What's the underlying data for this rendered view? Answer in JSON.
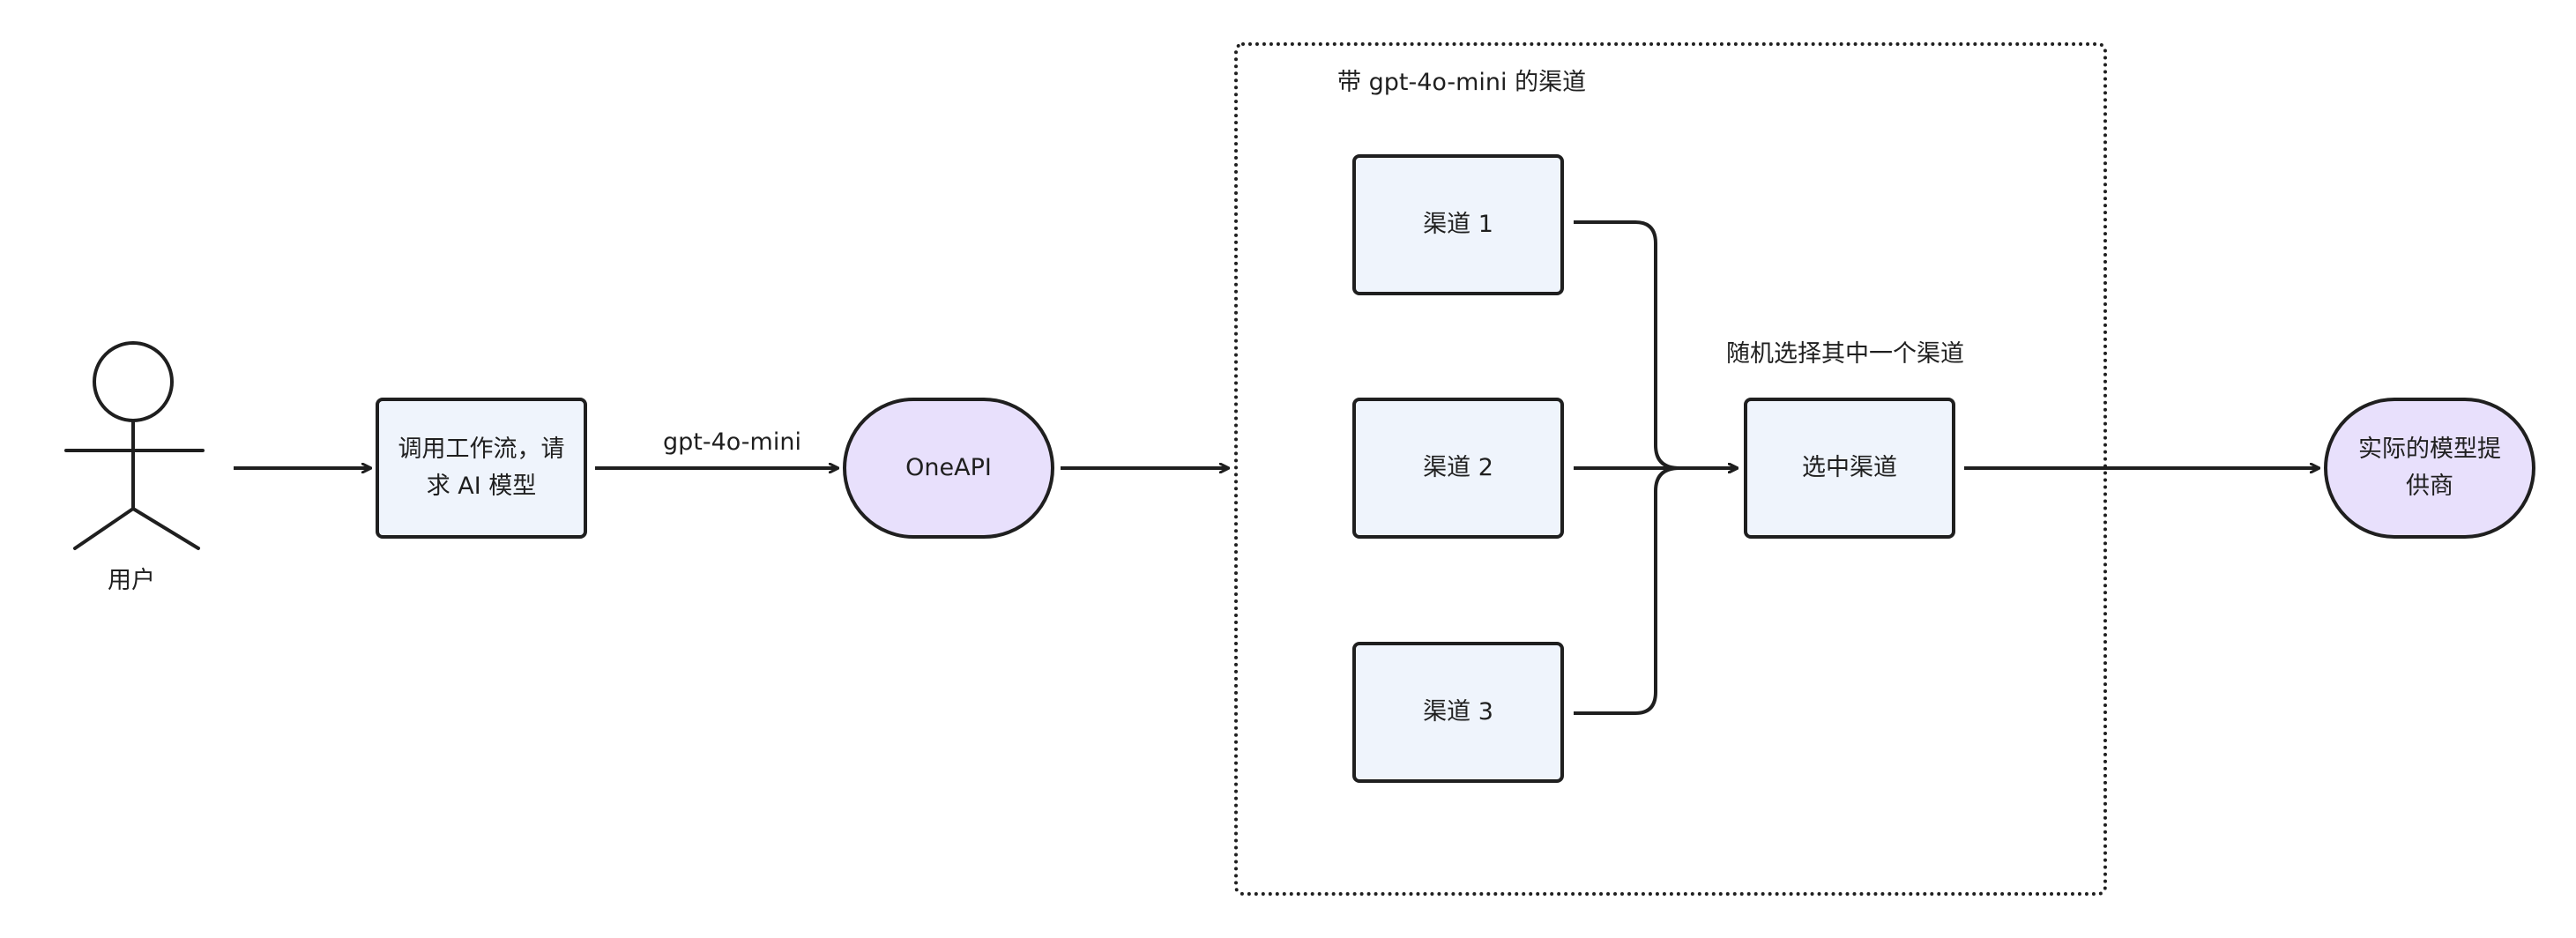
{
  "colors": {
    "box_fill": "#eff4fc",
    "pill_fill": "#e8e0fc",
    "stroke": "#1f1f1f"
  },
  "actor": {
    "label": "用户"
  },
  "nodes": {
    "workflow": {
      "text": "调用工作流，请\n求 AI 模型"
    },
    "oneapi": {
      "text": "OneAPI"
    },
    "channel1": {
      "text": "渠道 1"
    },
    "channel2": {
      "text": "渠道 2"
    },
    "channel3": {
      "text": "渠道 3"
    },
    "selected": {
      "text": "选中渠道"
    },
    "provider": {
      "text": "实际的模型提\n供商"
    }
  },
  "labels": {
    "model_edge": "gpt-4o-mini",
    "group_title": "带 gpt-4o-mini 的渠道",
    "random_select": "随机选择其中一个渠道"
  }
}
